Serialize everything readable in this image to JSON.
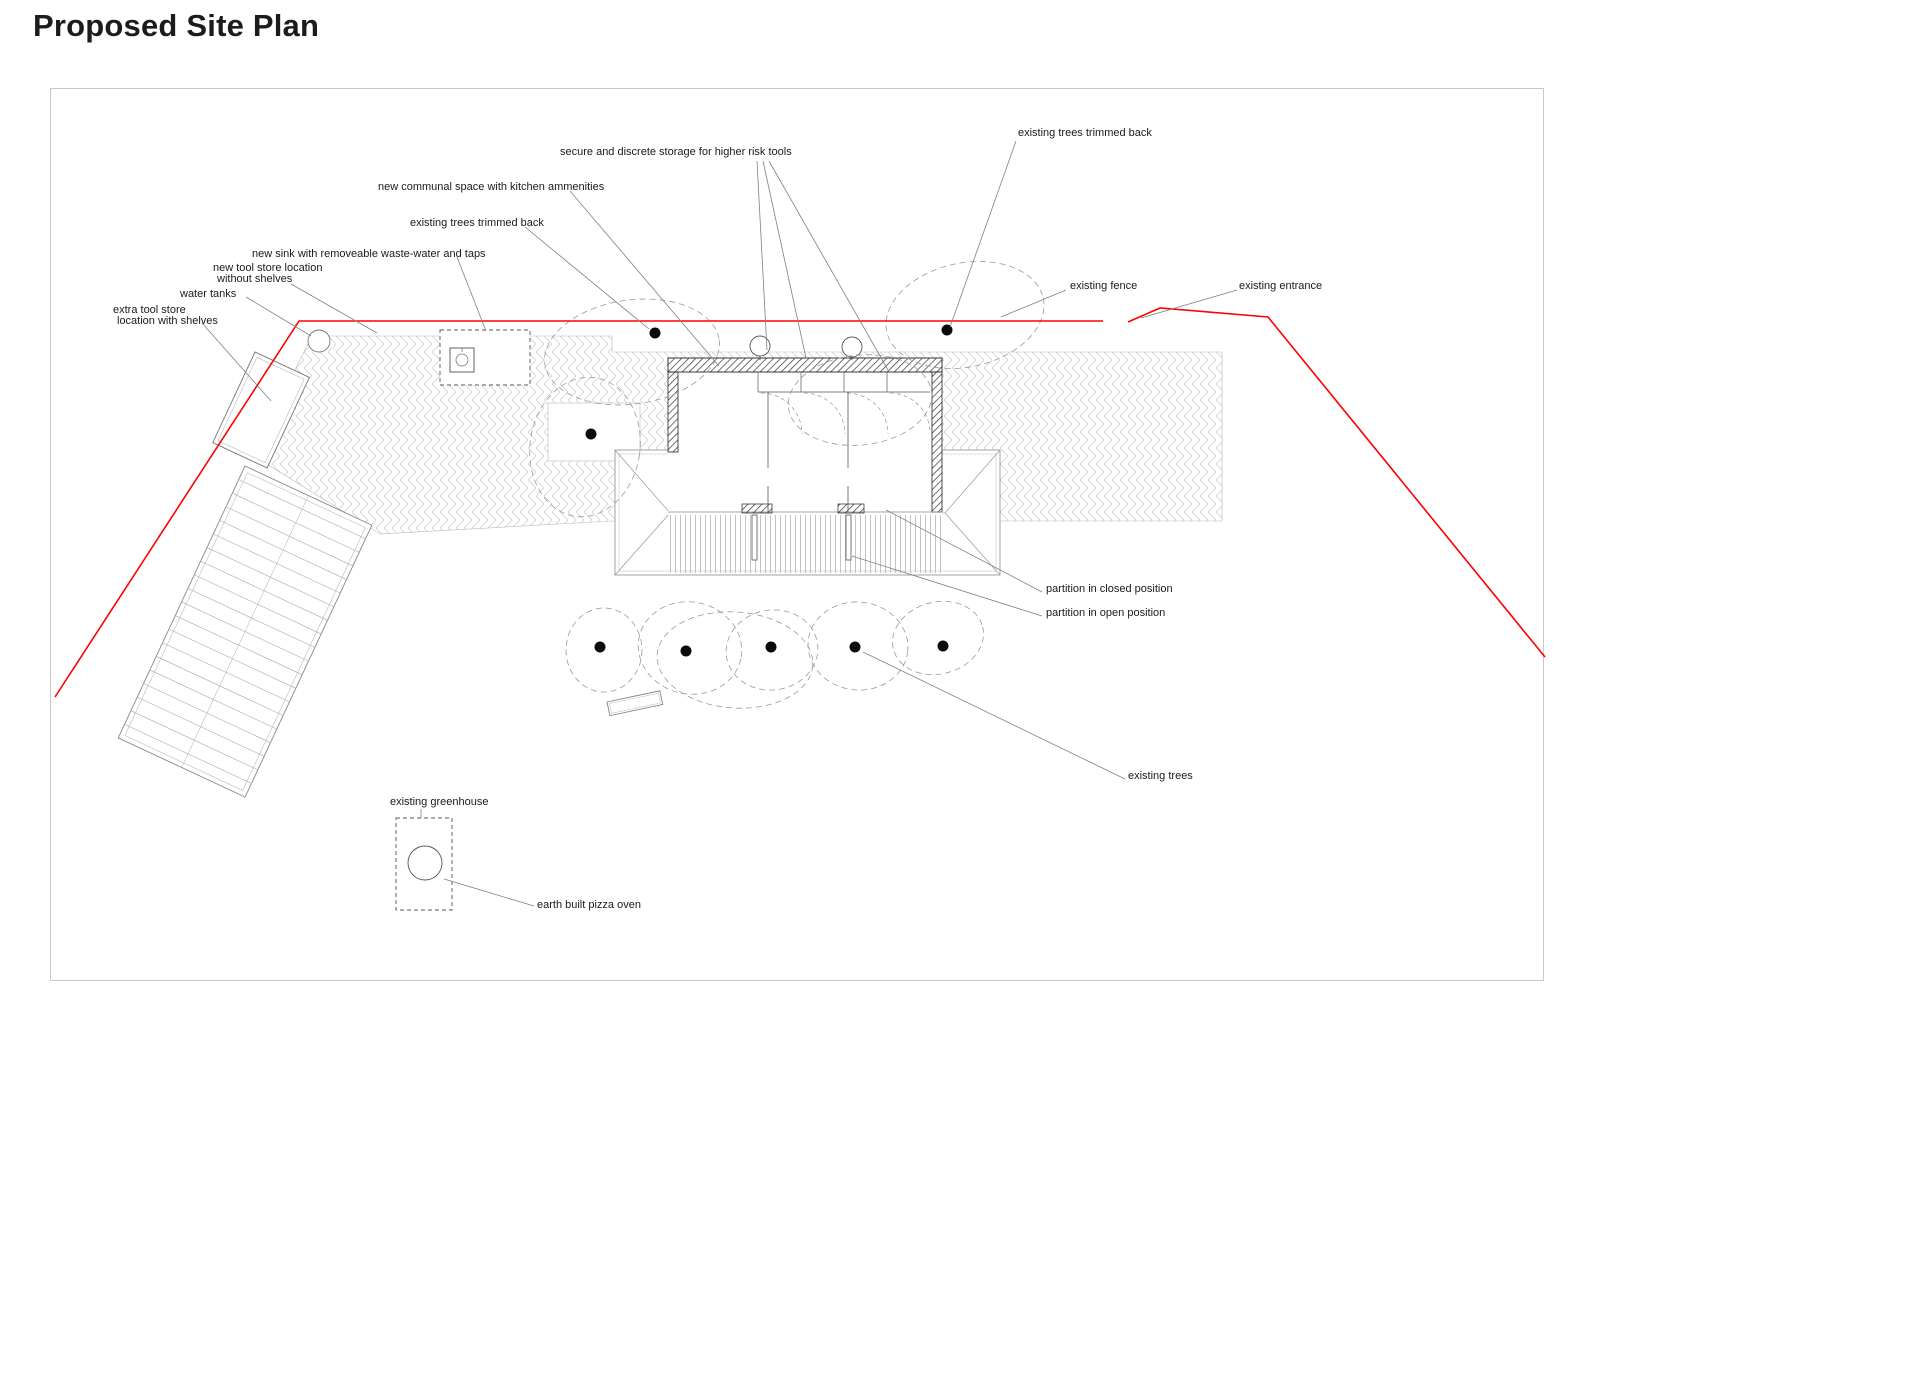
{
  "page": {
    "title": "Proposed Site Plan"
  },
  "colors": {
    "boundary": "#ff0000",
    "drawing_line": "#555555",
    "label_text": "#1a1a1a"
  },
  "labels": {
    "trees_trimmed_right": "existing trees trimmed back",
    "secure_storage": "secure and discrete storage for higher risk tools",
    "communal_space": "new communal space with kitchen ammenities",
    "trees_trimmed_left": "existing trees trimmed back",
    "new_sink": "new sink with removeable waste-water and taps",
    "new_tool_store_line1": "new tool store location",
    "new_tool_store_line2": "without shelves",
    "water_tanks": "water tanks",
    "extra_tool_store_line1": "extra tool store",
    "extra_tool_store_line2": "location with shelves",
    "existing_fence": "existing fence",
    "existing_entrance": "existing entrance",
    "partition_closed": "partition in closed position",
    "partition_open": "partition in open position",
    "existing_trees": "existing trees",
    "existing_greenhouse": "existing greenhouse",
    "pizza_oven": "earth built pizza oven"
  }
}
